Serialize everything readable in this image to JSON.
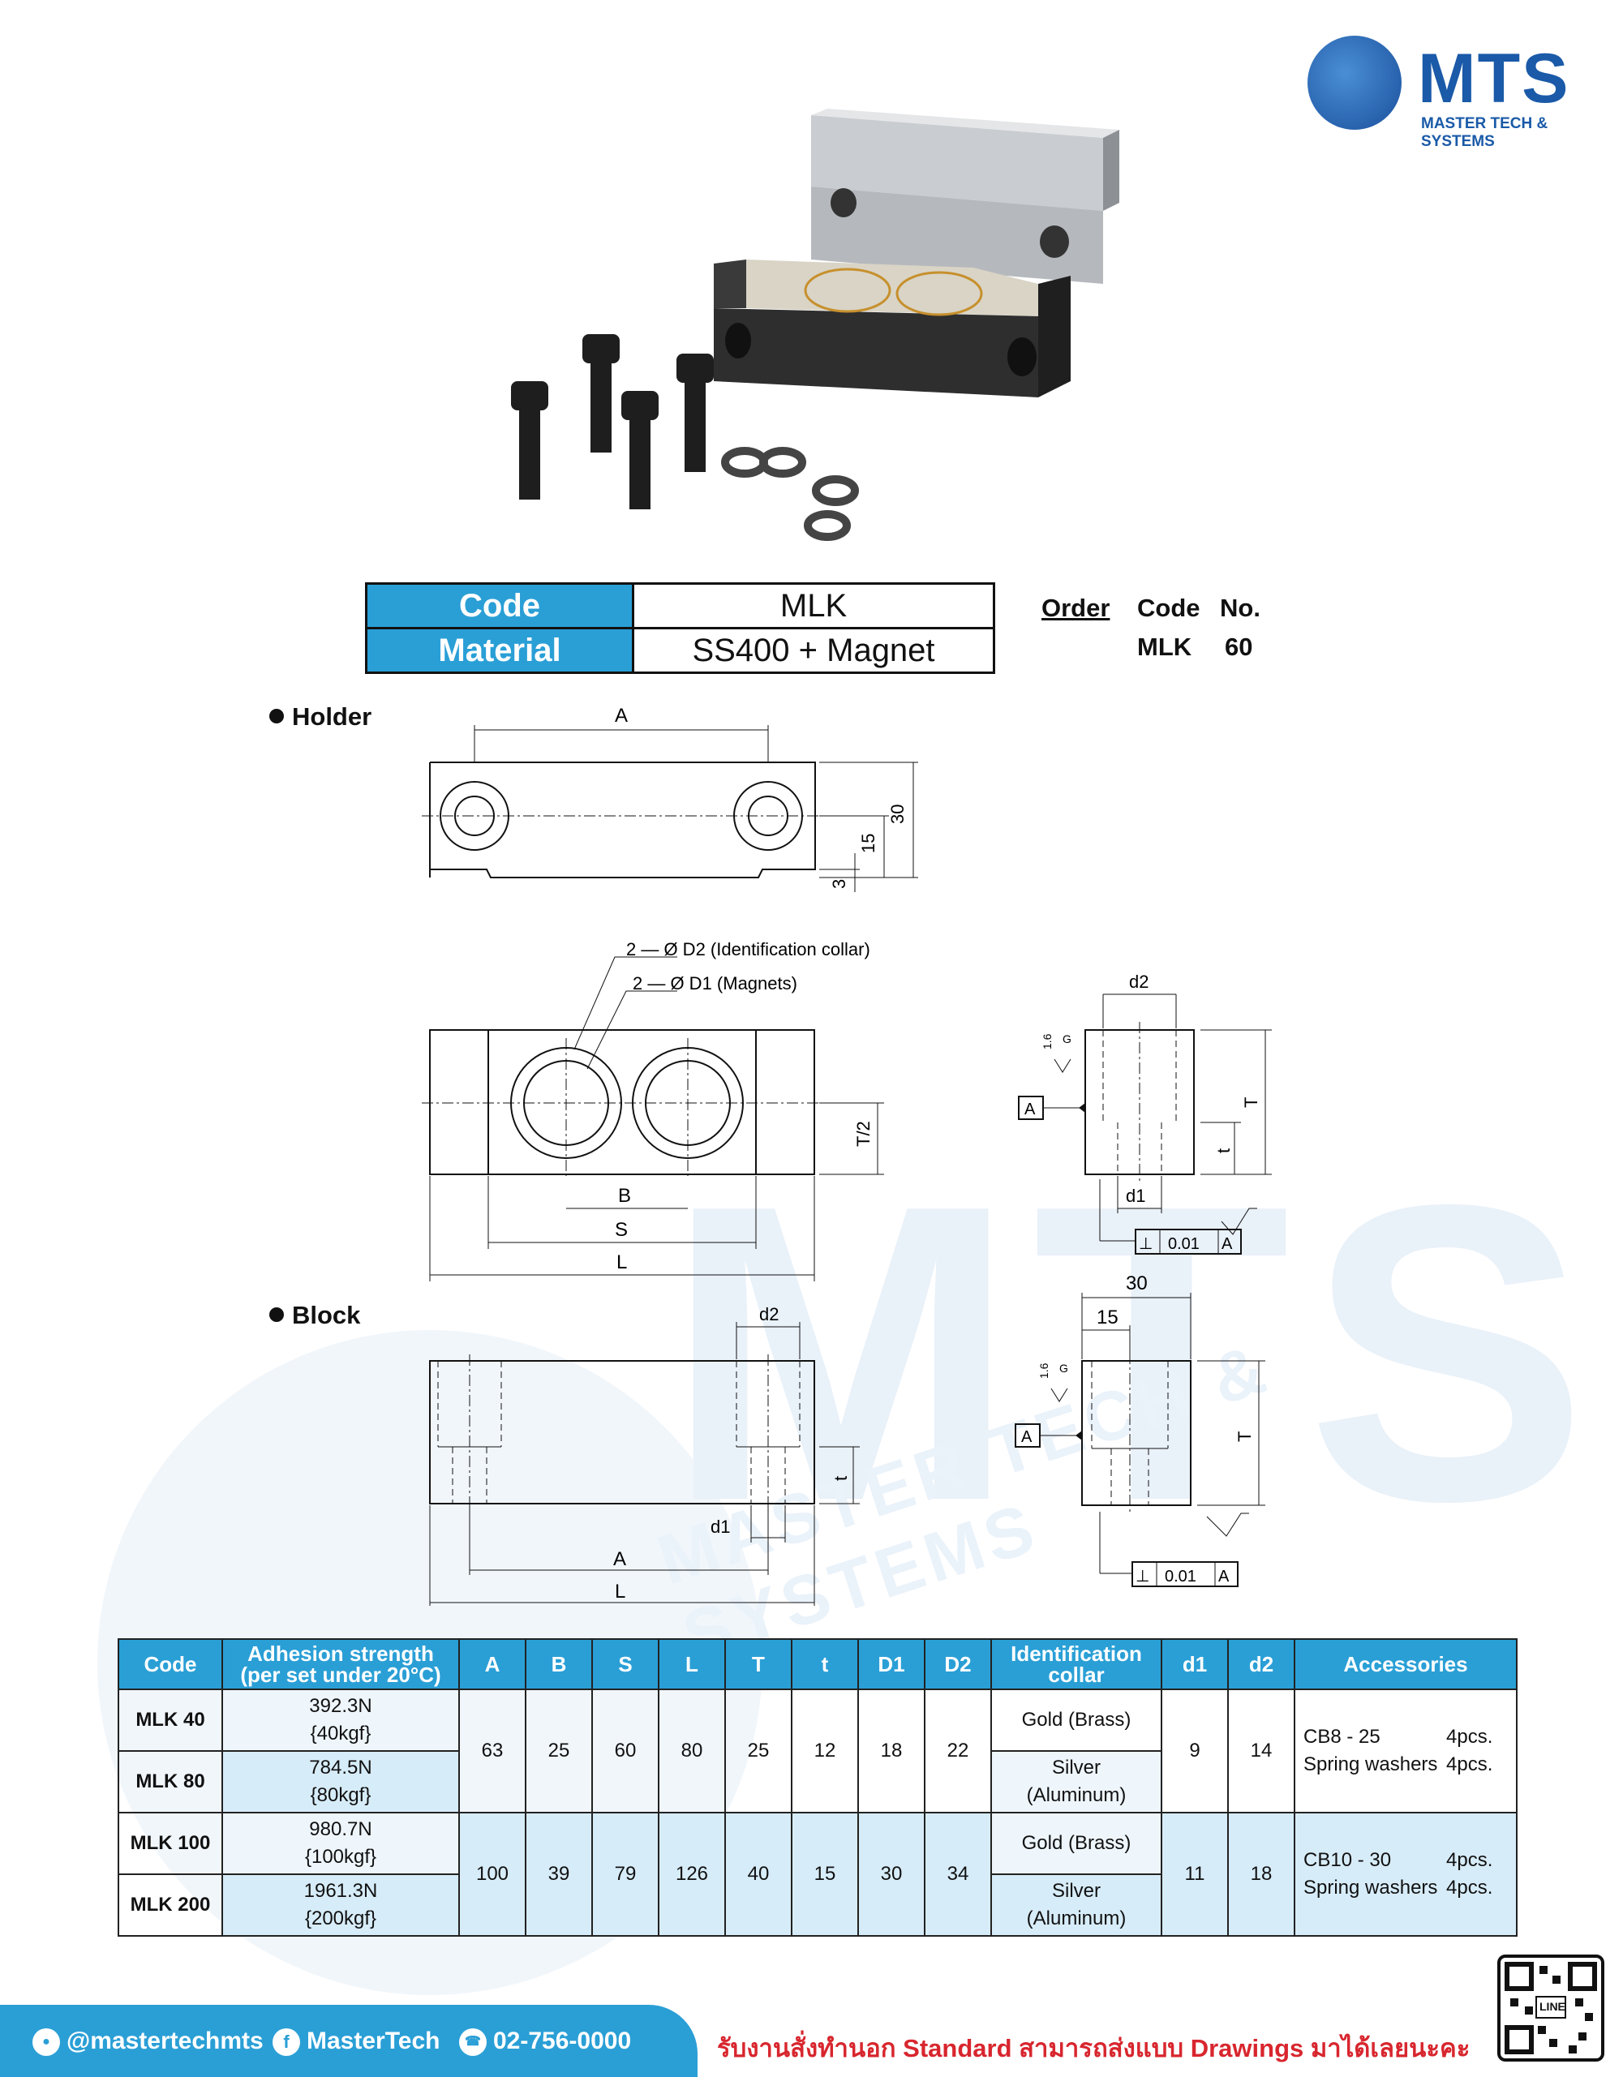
{
  "brand": {
    "name": "MTS",
    "tagline": "MASTER TECH & SYSTEMS",
    "watermark": "MTS",
    "watermark_sub": "MASTER TECH & SYSTEMS"
  },
  "info_table": {
    "code_label": "Code",
    "code_value": "MLK",
    "material_label": "Material",
    "material_value": "SS400 + Magnet"
  },
  "order": {
    "order_label": "Order",
    "code_label": "Code",
    "no_label": "No.",
    "code_value": "MLK",
    "no_value": "60"
  },
  "sections": {
    "holder": "Holder",
    "block": "Block"
  },
  "drawing_labels": {
    "A": "A",
    "B": "B",
    "S": "S",
    "L": "L",
    "T": "T",
    "t": "t",
    "T_half": "T/2",
    "d1": "d1",
    "d2": "d2",
    "dim30": "30",
    "dim15": "15",
    "dim3": "3",
    "callout_d2": "2 — Ø D2 (Identification collar)",
    "callout_d1": "2 — Ø D1 (Magnets)",
    "datum": "A",
    "finish": "1.6",
    "grade": "G",
    "tolerance": "0.01",
    "perp": "⊥"
  },
  "spec_table": {
    "headers": [
      "Code",
      "Adhesion strength (per set under 20°C)",
      "A",
      "B",
      "S",
      "L",
      "T",
      "t",
      "D1",
      "D2",
      "Identification collar",
      "d1",
      "d2",
      "Accessories"
    ],
    "header_adhesion_1": "Adhesion strength",
    "header_adhesion_2": "(per set under 20°C)",
    "header_collar_1": "Identification",
    "header_collar_2": "collar",
    "groups": [
      {
        "A": "63",
        "B": "25",
        "S": "60",
        "L": "80",
        "T": "25",
        "t": "12",
        "D1": "18",
        "D2": "22",
        "d1": "9",
        "d2": "14",
        "accessories": [
          {
            "item": "CB8 - 25",
            "qty": "4pcs."
          },
          {
            "item": "Spring washers",
            "qty": "4pcs."
          }
        ],
        "rows": [
          {
            "code": "MLK 40",
            "force": "392.3N",
            "kgf": "{40kgf}",
            "collar_1": "Gold (Brass)",
            "collar_2": ""
          },
          {
            "code": "MLK 80",
            "force": "784.5N",
            "kgf": "{80kgf}",
            "collar_1": "Silver",
            "collar_2": "(Aluminum)"
          }
        ]
      },
      {
        "A": "100",
        "B": "39",
        "S": "79",
        "L": "126",
        "T": "40",
        "t": "15",
        "D1": "30",
        "D2": "34",
        "d1": "11",
        "d2": "18",
        "accessories": [
          {
            "item": "CB10 - 30",
            "qty": "4pcs."
          },
          {
            "item": "Spring washers",
            "qty": "4pcs."
          }
        ],
        "rows": [
          {
            "code": "MLK 100",
            "force": "980.7N",
            "kgf": "{100kgf}",
            "collar_1": "Gold (Brass)",
            "collar_2": ""
          },
          {
            "code": "MLK 200",
            "force": "1961.3N",
            "kgf": "{200kgf}",
            "collar_1": "Silver",
            "collar_2": "(Aluminum)"
          }
        ]
      }
    ]
  },
  "footer": {
    "line": "@mastertechmts",
    "facebook": "MasterTech",
    "phone": "02-756-0000",
    "thai_text": "รับงานสั่งทำนอก Standard สามารถส่งแบบ Drawings มาได้เลยนะคะ",
    "qr_label": "LINE"
  },
  "colors": {
    "accent": "#2a9fd6",
    "brand": "#1a5aa8",
    "footer_text_red": "#d8262e",
    "row_shade": "#d7ecf9"
  }
}
